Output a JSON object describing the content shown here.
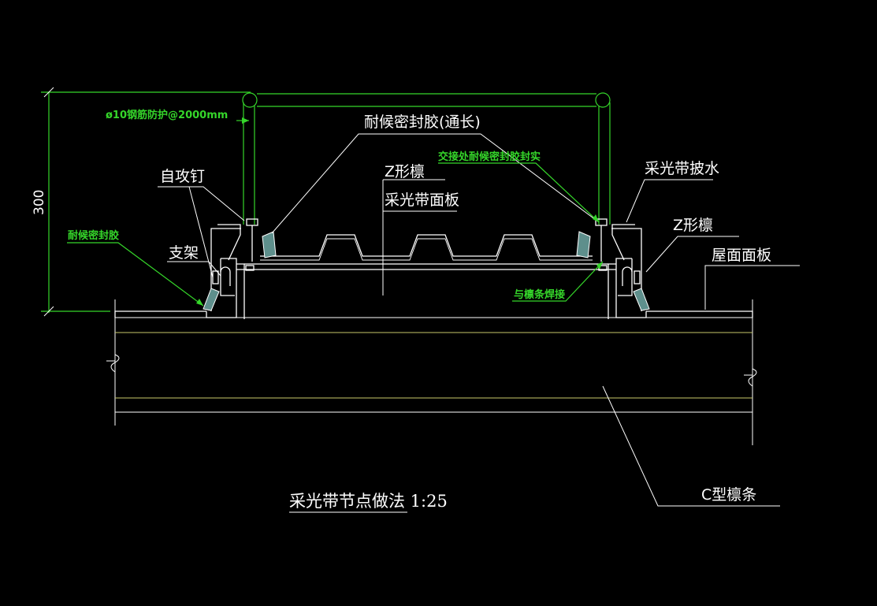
{
  "drawing": {
    "title": "采光带节点做法 1:25",
    "dimension": "300",
    "labels": {
      "rebar": "ø10钢筋防护@2000mm",
      "sealant_through": "耐候密封胶(通长)",
      "joint_seal": "交接处耐候密封胶封实",
      "z_purlin_center": "Z形檩",
      "skylight_panel": "采光带面板",
      "self_tapping_screw": "自攻钉",
      "skylight_flashing": "采光带披水",
      "z_purlin_right": "Z形檩",
      "sealant_left": "耐候密封胶",
      "bracket": "支架",
      "roof_panel": "屋面面板",
      "weld": "与檩条焊接",
      "c_purlin": "C型檩条"
    }
  }
}
